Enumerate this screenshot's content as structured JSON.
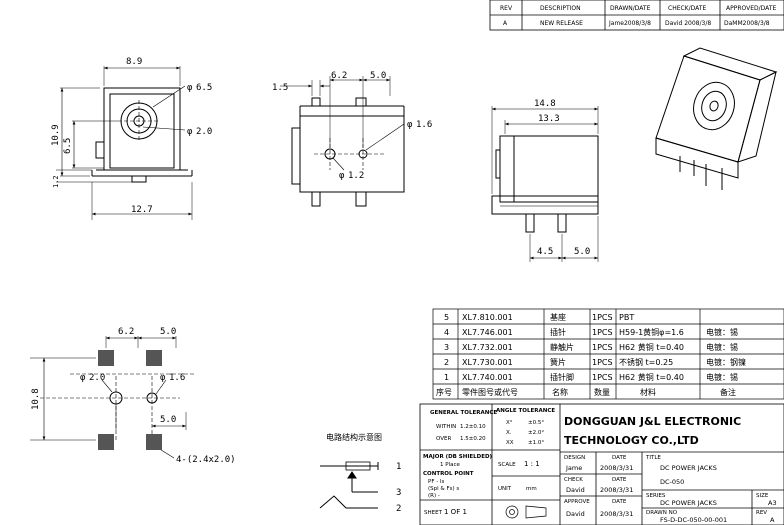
{
  "revision": {
    "headers": [
      "REV",
      "DESCRIPTION",
      "DRAWN/DATE",
      "CHECK/DATE",
      "APPROVED/DATE"
    ],
    "row": [
      "A",
      "NEW RELEASE",
      "Jame2008/3/8",
      "David 2008/3/8",
      "DaMM2008/3/8"
    ]
  },
  "dims": {
    "front_width": "8.9",
    "front_dia_top": "6.5",
    "front_dia_pin": "2.0",
    "front_height": "10.9",
    "front_inner": "6.5",
    "front_base": "1.2",
    "front_bottom": "12.7",
    "side_left": "1.5",
    "side_mid": "6.2",
    "side_right": "5.0",
    "side_dia_right": "1.6",
    "side_dia_left": "1.2",
    "back_total": "14.8",
    "back_inner": "13.3",
    "back_pin_left": "4.5",
    "back_pin_right": "5.0",
    "pcb_top_left": "6.2",
    "pcb_top_right": "5.0",
    "pcb_dia_left": "2.0",
    "pcb_dia_right": "1.6",
    "pcb_height": "10.8",
    "pcb_low_right": "5.0",
    "pcb_pads": "4-(2.4x2.0)"
  },
  "bom": {
    "rows": [
      [
        "5",
        "XL7.810.001",
        "基座",
        "1PCS",
        "PBT",
        ""
      ],
      [
        "4",
        "XL7.746.001",
        "插针",
        "1PCS",
        "H59-1黄铜φ=1.6",
        "电镀：锡"
      ],
      [
        "3",
        "XL7.732.001",
        "静触片",
        "1PCS",
        "H62 黄铜 t=0.40",
        "电镀：锡"
      ],
      [
        "2",
        "XL7.730.001",
        "簧片",
        "1PCS",
        "不锈钢 t=0.25",
        "电镀：钢镍"
      ],
      [
        "1",
        "XL7.740.001",
        "插针脚",
        "1PCS",
        "H62 黄铜 t=0.40",
        "电镀：锡"
      ]
    ],
    "header": [
      "序号",
      "零件图号或代号",
      "名称",
      "数量",
      "材料",
      "备注"
    ]
  },
  "circuit": {
    "title": "电路结构示意图",
    "pins": [
      "1",
      "3",
      "2"
    ]
  },
  "title_block": {
    "tolerance_title": "GENERAL TOLERANCE",
    "tol_within": "WITHIN",
    "tol_within_val": "1.2±0.10",
    "tol_over": "OVER",
    "tol_over_val": "1.5±0.20",
    "angle_title": "ANGLE TOLERANCE",
    "angle_rows": [
      [
        "X°",
        "±0.5°"
      ],
      [
        "X.",
        "±2.0°"
      ],
      [
        "XX",
        "±1.0°"
      ]
    ],
    "major_title": "MAJOR (DB SHIELDED)",
    "major_val": "1 Place",
    "control_title": "CONTROL POINT",
    "control_line1": "PF -   ls",
    "control_line2": "(Spl & Fs) s",
    "control_line3": "(R) -",
    "scale_label": "SCALE",
    "scale_val": "1 : 1",
    "unit_label": "UNIT",
    "unit_val": "mm",
    "sheet_label": "SHEET",
    "sheet_val": "1 OF 1",
    "company_line1": "DONGGUAN J&L ELECTRONIC",
    "company_line2": "TECHNOLOGY CO.,LTD",
    "design_label": "DESIGN",
    "design_name": "Jame",
    "design_date_label": "DATE",
    "design_date": "2008/3/31",
    "check_label": "CHECK",
    "check_name": "David",
    "check_date_label": "DATE",
    "check_date": "2008/3/31",
    "approve_label": "APPROVE",
    "approve_name": "David",
    "approve_date_label": "DATE",
    "approve_date": "2008/3/31",
    "title_label": "TITLE",
    "title_line1": "DC POWER JACKS",
    "title_line2": "DC-050",
    "series_label": "SERIES",
    "series_val": "DC POWER JACKS",
    "drawing_label": "DRAWN NO",
    "drawing_no": "FS-D-DC-050-00-001",
    "size_label": "SIZE",
    "size_val": "A3",
    "rev_label": "REV",
    "rev_val": "A"
  }
}
